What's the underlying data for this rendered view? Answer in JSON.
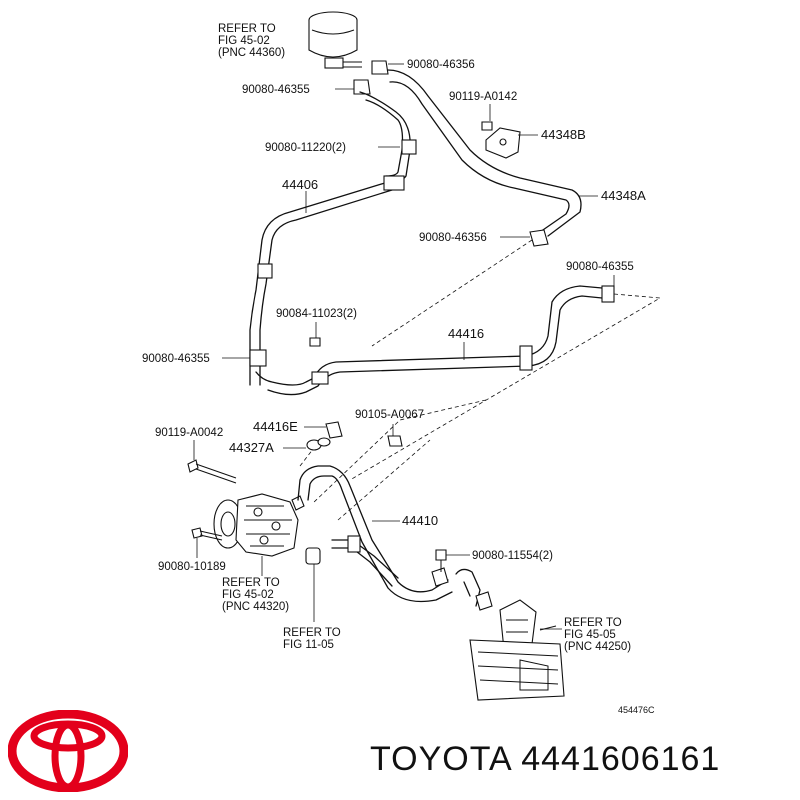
{
  "parts": {
    "refer_reservoir": [
      "REFER TO",
      "FIG  45-02",
      "(PNC 44360)"
    ],
    "clip_46356_top": "90080-46356",
    "clip_46355_top": "90080-46355",
    "bolt_a0142": "90119-A0142",
    "bracket_44348b": "44348B",
    "bolt_11220": "90080-11220(2)",
    "hose_44348a": "44348A",
    "tube_44406": "44406",
    "clip_46356_mid": "90080-46356",
    "clip_46355_right": "90080-46355",
    "bolt_11023": "90084-11023(2)",
    "tube_44416": "44416",
    "clip_46355_left": "90080-46355",
    "nut_a0067": "90105-A0067",
    "union_44416e": "44416E",
    "gasket_44327a": "44327A",
    "bolt_a0042": "90119-A0042",
    "tube_44410": "44410",
    "bolt_11554": "90080-11554(2)",
    "bolt_10189": "90080-10189",
    "refer_pump": [
      "REFER TO",
      "FIG  45-02",
      "(PNC 44320)"
    ],
    "refer_engine": [
      "REFER TO",
      "FIG  11-05"
    ],
    "refer_gear": [
      "REFER TO",
      "FIG  45-05",
      "(PNC 44250)"
    ],
    "drawing_no": "454476C"
  },
  "footer": {
    "brand": "TOYOTA",
    "part_number": "4441606161"
  },
  "colors": {
    "logo_red": "#e3001b",
    "ink": "#111111"
  }
}
